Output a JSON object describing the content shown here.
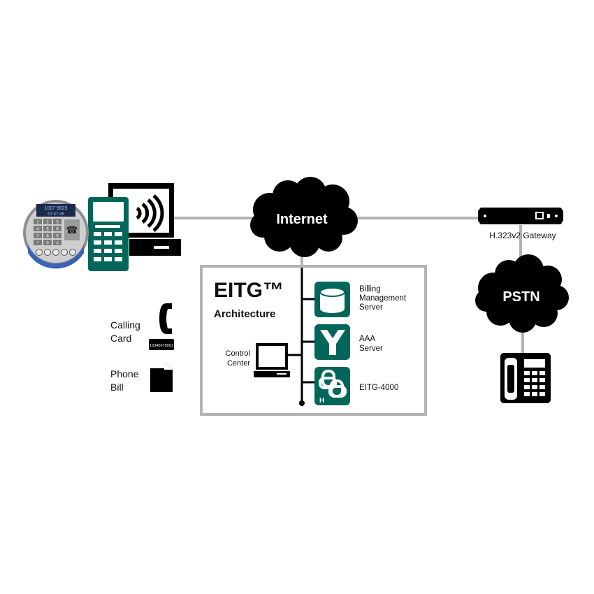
{
  "clouds": {
    "internet": "Internet",
    "pstn": "PSTN"
  },
  "gateway": {
    "label": "H.323v2 Gateway"
  },
  "eitg_box": {
    "title": "EITG™",
    "subtitle": "Architecture",
    "control_center": [
      "Control",
      "Center"
    ],
    "billing_server": [
      "Billing",
      "Management",
      "Server"
    ],
    "aaa_server": [
      "AAA",
      "Server"
    ],
    "eitg_4000": "EITG-4000"
  },
  "left_items": {
    "calling_card": [
      "Calling",
      "Card"
    ],
    "phone_bill": [
      "Phone",
      "Bill"
    ],
    "card_number": "12345678901"
  },
  "softphone": {
    "display_line1": "1007 9825",
    "display_line2": "07:47:45",
    "keys": [
      "1",
      "2",
      "3",
      "4",
      "5",
      "6",
      "7",
      "8",
      "9",
      "*",
      "0",
      "#"
    ]
  },
  "colors": {
    "teal": "#00665a",
    "gray_line": "#b3b3b3",
    "black": "#000000"
  }
}
